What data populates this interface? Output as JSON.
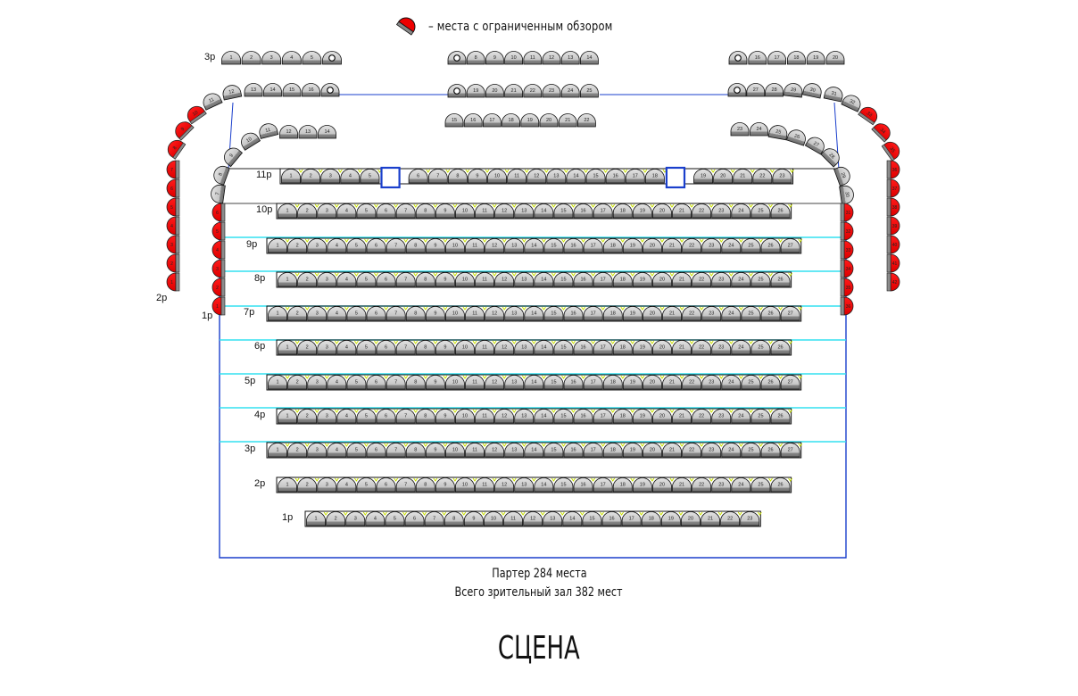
{
  "legend": {
    "icon": "restricted-view-seat-icon",
    "text": "– места с ограниченным обзором",
    "restricted_color": "#ee0000"
  },
  "colors": {
    "seat_fill": "#c8c8c8",
    "seat_base": "#8c8c8c",
    "seat_outline": "#111111",
    "restricted_fill": "#ee0000",
    "parterre_border": "#1a3fcc",
    "aisle_line": "#33e0f0",
    "box_outline": "#1a3fcc",
    "divider_accent": "#c8e000"
  },
  "balcony": {
    "row3": {
      "label": "3р",
      "left": [
        "1",
        "2",
        "3",
        "4",
        "5",
        "6"
      ],
      "center": [
        "7",
        "8",
        "9",
        "10",
        "11",
        "12",
        "13",
        "14"
      ],
      "right": [
        "15",
        "16",
        "17",
        "18",
        "19",
        "20"
      ],
      "camera_markers": [
        "6",
        "7",
        "15"
      ]
    },
    "row2": {
      "label": "2р",
      "left_side_vertical": [
        "1",
        "2",
        "3",
        "4",
        "5",
        "6",
        "7"
      ],
      "left_arc": [
        "8",
        "9",
        "10",
        "11",
        "12"
      ],
      "left_straight": [
        "13",
        "14",
        "15",
        "16",
        "17"
      ],
      "center": [
        "18",
        "19",
        "20",
        "21",
        "22",
        "23",
        "24",
        "25"
      ],
      "right_straight": [
        "26",
        "27",
        "28",
        "29",
        "30"
      ],
      "right_arc": [
        "31",
        "32",
        "33",
        "34",
        "35"
      ],
      "right_side_vertical": [
        "36",
        "37",
        "38",
        "39",
        "40",
        "41",
        "42"
      ],
      "restricted": [
        "1",
        "2",
        "3",
        "4",
        "5",
        "6",
        "7",
        "8",
        "9",
        "10",
        "33",
        "34",
        "35",
        "36",
        "37",
        "38",
        "39",
        "40",
        "41",
        "42"
      ],
      "camera_markers": [
        "17",
        "18",
        "26"
      ]
    },
    "row1": {
      "label": "1р",
      "left_side_vertical": [
        "1",
        "2",
        "3",
        "4",
        "5",
        "6"
      ],
      "left_arc": [
        "7",
        "8",
        "9",
        "10"
      ],
      "left_straight": [
        "11",
        "12",
        "13",
        "14"
      ],
      "center": [
        "15",
        "16",
        "17",
        "18",
        "19",
        "20",
        "21",
        "22"
      ],
      "right_straight": [
        "23",
        "24"
      ],
      "right_arc": [
        "25",
        "26",
        "27",
        "28",
        "29",
        "30"
      ],
      "right_side_vertical": [
        "31",
        "32",
        "33",
        "34",
        "35",
        "36"
      ],
      "restricted": [
        "1",
        "2",
        "3",
        "4",
        "5",
        "6",
        "31",
        "32",
        "33",
        "34",
        "35",
        "36"
      ]
    }
  },
  "parterre": {
    "rows": [
      {
        "label": "11р",
        "seats": 23,
        "gaps_after": [
          5,
          18
        ]
      },
      {
        "label": "10р",
        "seats": 26
      },
      {
        "label": "9р",
        "seats": 27
      },
      {
        "label": "8р",
        "seats": 26
      },
      {
        "label": "7р",
        "seats": 27
      },
      {
        "label": "6р",
        "seats": 26
      },
      {
        "label": "5р",
        "seats": 27
      },
      {
        "label": "4р",
        "seats": 26
      },
      {
        "label": "3р",
        "seats": 27
      },
      {
        "label": "2р",
        "seats": 26
      },
      {
        "label": "1р",
        "seats": 23
      }
    ]
  },
  "summary": {
    "parterre": "Партер 284 места",
    "total": "Всего зрительный зал 382 мест"
  },
  "stage": {
    "label": "СЦЕНА"
  }
}
